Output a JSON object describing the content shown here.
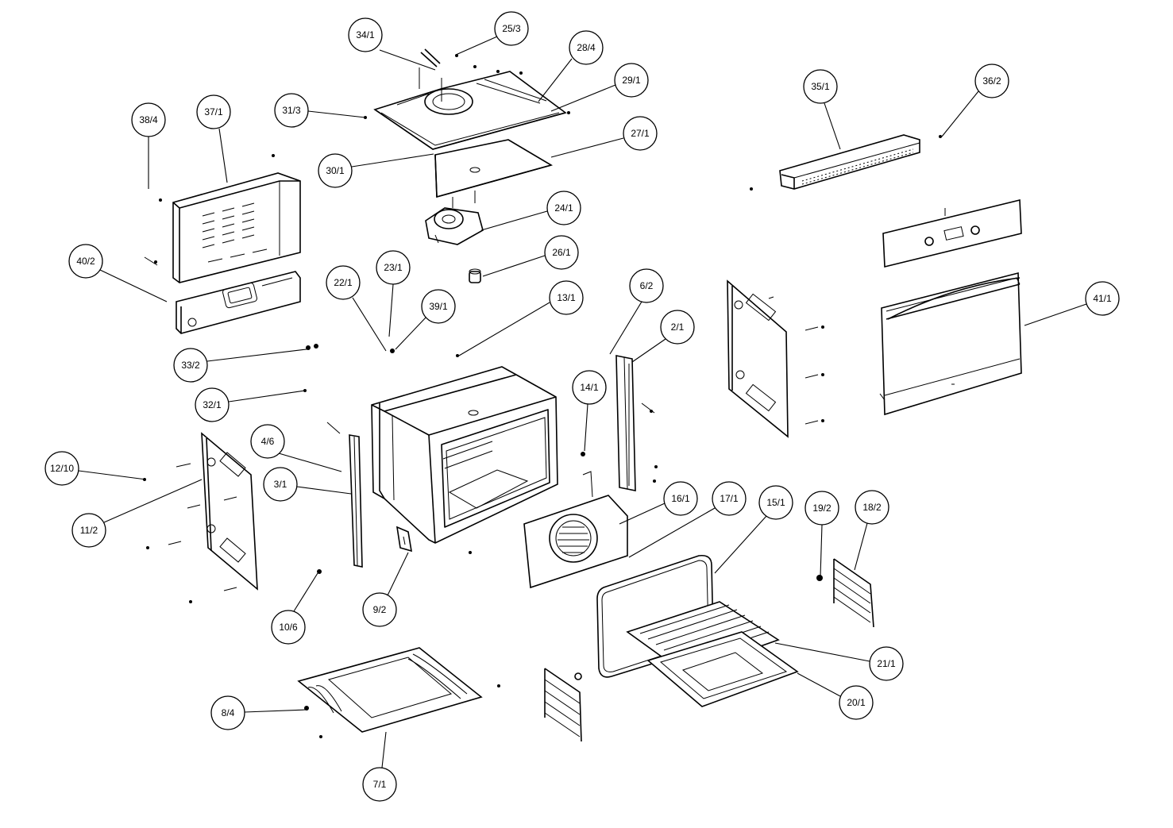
{
  "callouts": [
    {
      "id": "34-1",
      "label": "34/1"
    },
    {
      "id": "25-3",
      "label": "25/3"
    },
    {
      "id": "28-4",
      "label": "28/4"
    },
    {
      "id": "29-1",
      "label": "29/1"
    },
    {
      "id": "31-3",
      "label": "31/3"
    },
    {
      "id": "38-4",
      "label": "38/4"
    },
    {
      "id": "37-1",
      "label": "37/1"
    },
    {
      "id": "30-1",
      "label": "30/1"
    },
    {
      "id": "27-1",
      "label": "27/1"
    },
    {
      "id": "35-1",
      "label": "35/1"
    },
    {
      "id": "36-2",
      "label": "36/2"
    },
    {
      "id": "24-1",
      "label": "24/1"
    },
    {
      "id": "40-2",
      "label": "40/2"
    },
    {
      "id": "26-1",
      "label": "26/1"
    },
    {
      "id": "22-1",
      "label": "22/1"
    },
    {
      "id": "23-1",
      "label": "23/1"
    },
    {
      "id": "39-1",
      "label": "39/1"
    },
    {
      "id": "13-1",
      "label": "13/1"
    },
    {
      "id": "6-2",
      "label": "6/2"
    },
    {
      "id": "41-1",
      "label": "41/1"
    },
    {
      "id": "2-1",
      "label": "2/1"
    },
    {
      "id": "33-2",
      "label": "33/2"
    },
    {
      "id": "14-1",
      "label": "14/1"
    },
    {
      "id": "32-1",
      "label": "32/1"
    },
    {
      "id": "4-6",
      "label": "4/6"
    },
    {
      "id": "12-10",
      "label": "12/10"
    },
    {
      "id": "3-1",
      "label": "3/1"
    },
    {
      "id": "16-1",
      "label": "16/1"
    },
    {
      "id": "17-1",
      "label": "17/1"
    },
    {
      "id": "15-1",
      "label": "15/1"
    },
    {
      "id": "19-2",
      "label": "19/2"
    },
    {
      "id": "18-2",
      "label": "18/2"
    },
    {
      "id": "11-2",
      "label": "11/2"
    },
    {
      "id": "9-2",
      "label": "9/2"
    },
    {
      "id": "10-6",
      "label": "10/6"
    },
    {
      "id": "21-1",
      "label": "21/1"
    },
    {
      "id": "20-1",
      "label": "20/1"
    },
    {
      "id": "8-4",
      "label": "8/4"
    },
    {
      "id": "7-1",
      "label": "7/1"
    }
  ]
}
